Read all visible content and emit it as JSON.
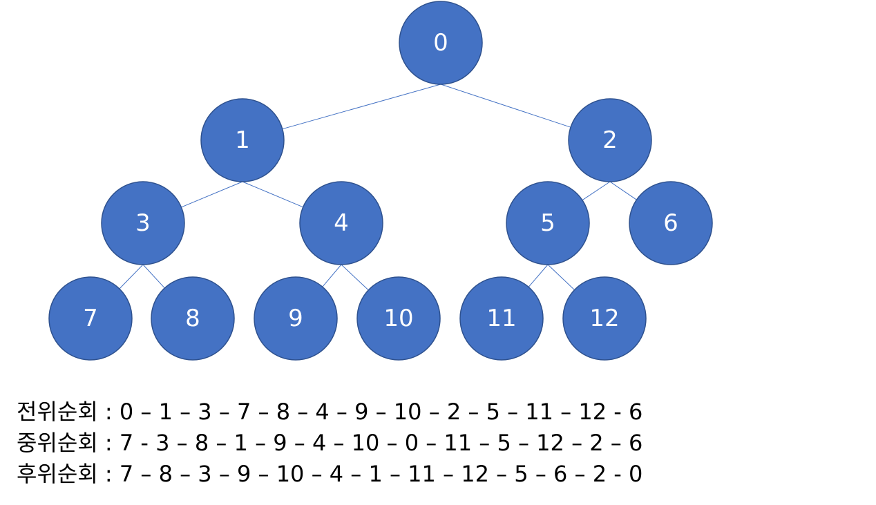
{
  "tree": {
    "nodes": [
      {
        "id": 0,
        "label": "0"
      },
      {
        "id": 1,
        "label": "1"
      },
      {
        "id": 2,
        "label": "2"
      },
      {
        "id": 3,
        "label": "3"
      },
      {
        "id": 4,
        "label": "4"
      },
      {
        "id": 5,
        "label": "5"
      },
      {
        "id": 6,
        "label": "6"
      },
      {
        "id": 7,
        "label": "7"
      },
      {
        "id": 8,
        "label": "8"
      },
      {
        "id": 9,
        "label": "9"
      },
      {
        "id": 10,
        "label": "10"
      },
      {
        "id": 11,
        "label": "11"
      },
      {
        "id": 12,
        "label": "12"
      }
    ],
    "edges": [
      [
        0,
        1
      ],
      [
        0,
        2
      ],
      [
        1,
        3
      ],
      [
        1,
        4
      ],
      [
        2,
        5
      ],
      [
        2,
        6
      ],
      [
        3,
        7
      ],
      [
        3,
        8
      ],
      [
        4,
        9
      ],
      [
        4,
        10
      ],
      [
        5,
        11
      ],
      [
        5,
        12
      ]
    ],
    "colors": {
      "node_fill": "#4472C4",
      "node_stroke": "#2F528F",
      "edge": "#4472C4",
      "label": "#FFFFFF"
    }
  },
  "traversals": {
    "preorder": "전위순회 : 0 – 1 – 3 – 7 – 8 – 4 – 9 – 10 – 2 – 5 – 11 – 12 - 6",
    "inorder": "중위순회 : 7 - 3 – 8 – 1 – 9 – 4 – 10 – 0 – 11 – 5 – 12 – 2 – 6",
    "postorder": "후위순회 : 7 – 8 – 3 – 9 – 10 – 4 – 1 – 11 – 12 – 5 – 6 – 2 - 0"
  }
}
